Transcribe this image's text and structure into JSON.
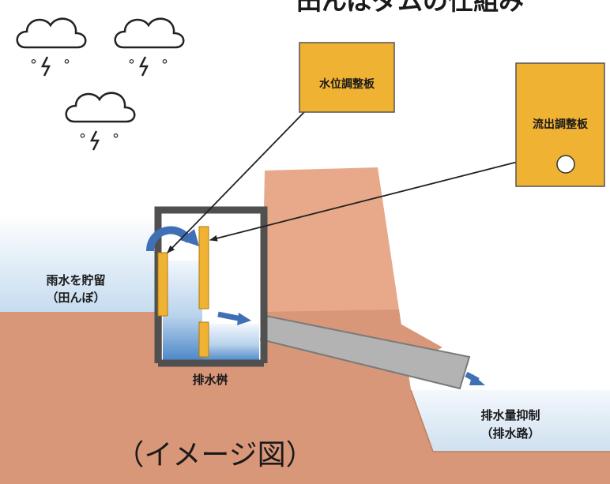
{
  "title": "田んぼダムの仕組み",
  "labels": {
    "water_level_plate": "水位調整板",
    "outflow_plate": "流出調整板",
    "stored_line1": "雨水を貯留",
    "stored_line2": "（田んぼ）",
    "drain_box": "排水桝",
    "suppress_line1": "排水量抑制",
    "suppress_line2": "（排水路）",
    "caption": "（イメージ図）"
  },
  "icons": [
    "rain-cloud-icon",
    "rain-cloud-icon",
    "rain-cloud-icon"
  ],
  "colors": {
    "soil": "#d9977a",
    "dike": "#e8a98a",
    "water_light": "#dbe8f4",
    "water_dark": "#4a86c8",
    "plate_orange": "#f0b232",
    "frame_gray": "#505050",
    "pipe_gray": "#b3b3b3",
    "arrow_blue": "#3f6fb5"
  }
}
